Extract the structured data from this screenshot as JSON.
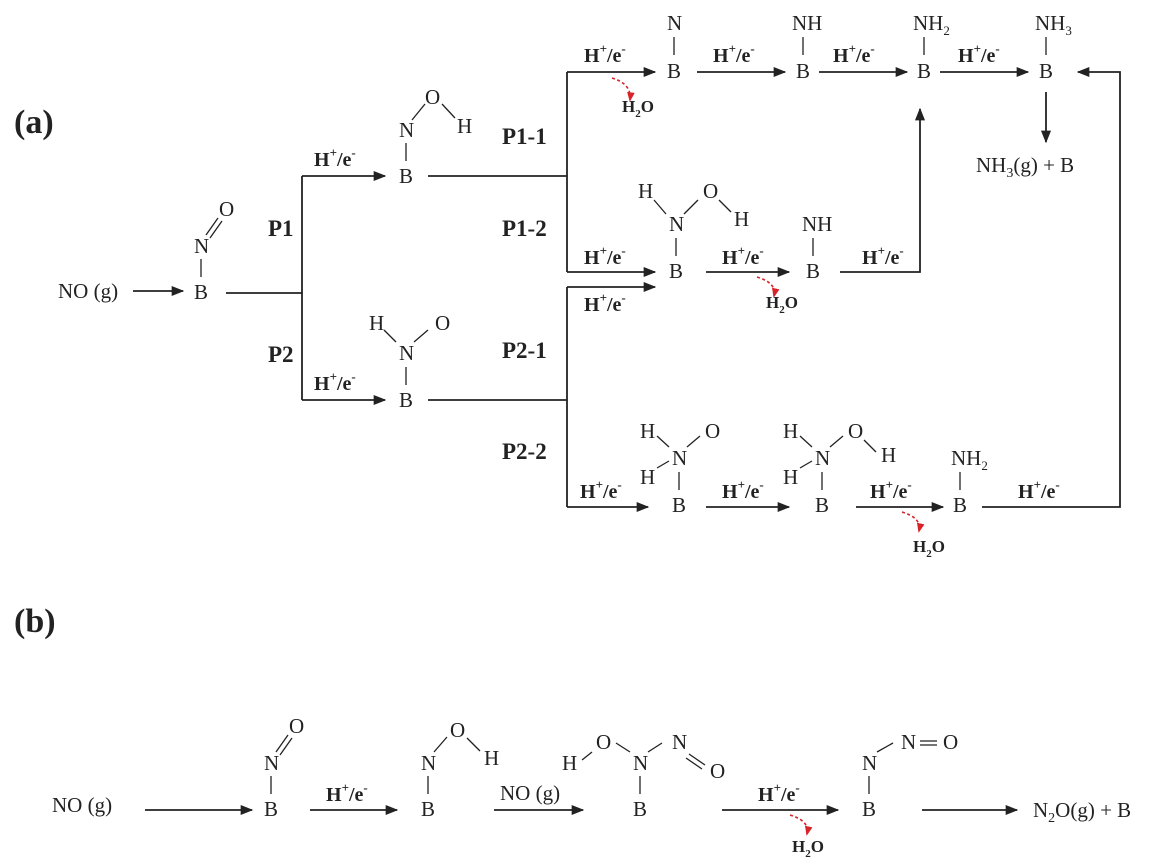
{
  "panels": {
    "a": "(a)",
    "b": "(b)"
  },
  "paths": {
    "p1": "P1",
    "p2": "P2",
    "p11": "P1-1",
    "p12": "P1-2",
    "p21": "P2-1",
    "p22": "P2-2"
  },
  "step": {
    "h": "H",
    "plus": "+",
    "slash": "/e",
    "minus": "-"
  },
  "reagents": {
    "no_gas": "NO (g)",
    "h2o_h": "H",
    "h2o_sub": "2",
    "h2o_o": "O",
    "nh3_product": "NH",
    "nh3_sub": "3",
    "nh3_rest": "(g) + B",
    "n2o_product": "N",
    "n2o_sub": "2",
    "n2o_rest": "O(g) + B"
  },
  "atoms": {
    "B": "B",
    "N": "N",
    "O": "O",
    "H": "H",
    "NH": "NH",
    "NH2": "NH",
    "NH3": "NH",
    "sub2": "2",
    "sub3": "3"
  }
}
